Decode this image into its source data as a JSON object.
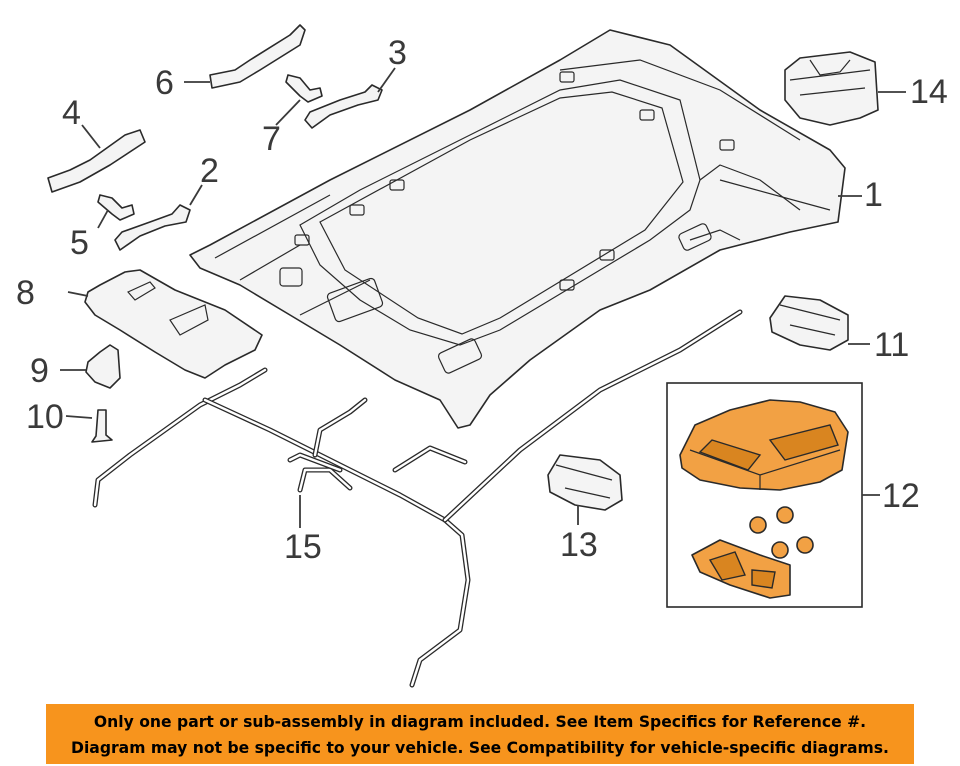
{
  "callouts": {
    "c1": "1",
    "c2": "2",
    "c3": "3",
    "c4": "4",
    "c5": "5",
    "c6": "6",
    "c7": "7",
    "c8": "8",
    "c9": "9",
    "c10": "10",
    "c11": "11",
    "c12": "12",
    "c13": "13",
    "c14": "14",
    "c15": "15"
  },
  "notice": {
    "line1": "Only one part or sub-assembly in diagram included. See Item Specifics for Reference #.",
    "line2": "Diagram may not be specific to your vehicle. See Compatibility for vehicle-specific diagrams."
  },
  "colors": {
    "highlight": "#f2a144",
    "banner": "#f7941d",
    "line": "#2a2a2a"
  }
}
